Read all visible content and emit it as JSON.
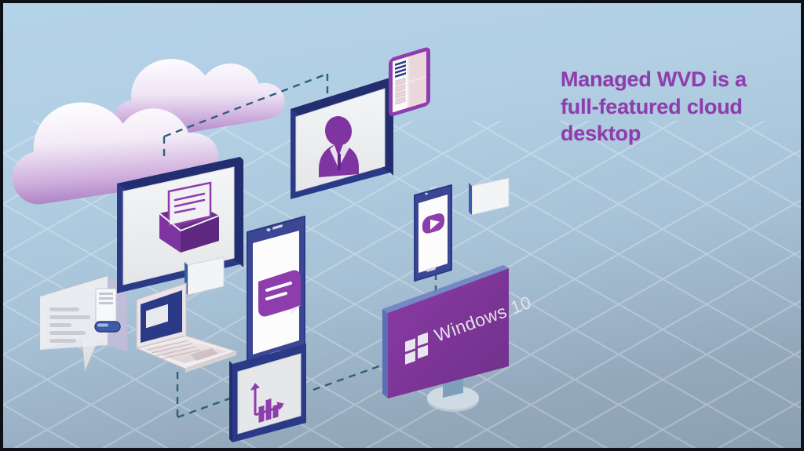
{
  "slide": {
    "headline": {
      "line1": "Managed WVD is a",
      "line2": "full-featured cloud",
      "line3": "desktop",
      "full_text": "Managed WVD is a full-featured cloud desktop",
      "color": "#8e3dad"
    },
    "background": {
      "top_color": "#b4d2e8",
      "bottom_color": "#8ca0b4",
      "grid": "isometric-diamond-grid",
      "grid_color": "#cfe0ee",
      "border_color": "#0d1117"
    },
    "palette": {
      "purple": "#8e3dad",
      "deep_purple": "#6f2f91",
      "navy": "#2b3a87",
      "screen_white": "#eef0f1",
      "dashed_line": "#2b5f7a",
      "windows_screen": "#7d3596"
    },
    "illustration": {
      "title": "Isometric cloud desktop illustration",
      "objects": [
        {
          "name": "cloud-back",
          "label": "Cloud",
          "type": "cloud"
        },
        {
          "name": "cloud-front",
          "label": "Cloud",
          "type": "cloud"
        },
        {
          "name": "email-screen",
          "label": "Email",
          "icon": "envelope-icon"
        },
        {
          "name": "profile-screen",
          "label": "User profile",
          "icon": "person-icon"
        },
        {
          "name": "layout-panel",
          "label": "Document layout",
          "icon": "layout-panel-icon"
        },
        {
          "name": "tablet-device",
          "label": "Chat",
          "icon": "chat-bubble-icon"
        },
        {
          "name": "phone-device",
          "label": "Video",
          "icon": "play-button-icon"
        },
        {
          "name": "laptop-device",
          "label": "Laptop",
          "icon": "laptop-icon"
        },
        {
          "name": "chat-bubble-card",
          "label": "Conversation",
          "icon": "speech-bubble-icon"
        },
        {
          "name": "analytics-card",
          "label": "Analytics",
          "icon": "bar-chart-icon"
        },
        {
          "name": "windows-monitor",
          "label": "Windows 10 desktop",
          "icon": "windows-logo-icon"
        },
        {
          "name": "floating-card-upper",
          "label": "Blank card",
          "type": "card"
        },
        {
          "name": "floating-card-lower",
          "label": "Blank card",
          "type": "card"
        }
      ],
      "connectors": [
        {
          "name": "connector-cloud-to-email",
          "style": "dashed"
        },
        {
          "name": "connector-cloud-to-profile",
          "style": "dashed"
        },
        {
          "name": "connector-phone-to-monitor",
          "style": "dashed"
        },
        {
          "name": "connector-laptop-to-chart",
          "style": "dashed"
        },
        {
          "name": "connector-chart-to-monitor",
          "style": "dashed"
        }
      ]
    },
    "windows_monitor": {
      "os_label": "Windows 10",
      "logo": "windows-logo-icon",
      "screen_color": "#7d3596"
    }
  }
}
